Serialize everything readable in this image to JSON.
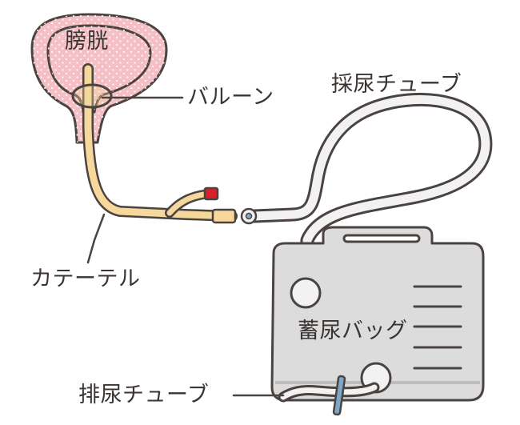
{
  "labels": {
    "bladder": "膀胱",
    "balloon": "バルーン",
    "collection_tube": "採尿チューブ",
    "catheter": "カテーテル",
    "urine_bag": "蓄尿バッグ",
    "drain_tube": "排尿チューブ"
  },
  "colors": {
    "outline": "#4a4340",
    "bladder_fill": "#f5bfc6",
    "bladder_dots": "#ffffff",
    "catheter_fill": "#f6d79c",
    "tube_fill": "#f2f2f2",
    "bag_fill": "#dcdcdc",
    "bag_scale": "#4a4340",
    "connector_red": "#d8202a",
    "drain_clamp": "#7fa6c8"
  }
}
